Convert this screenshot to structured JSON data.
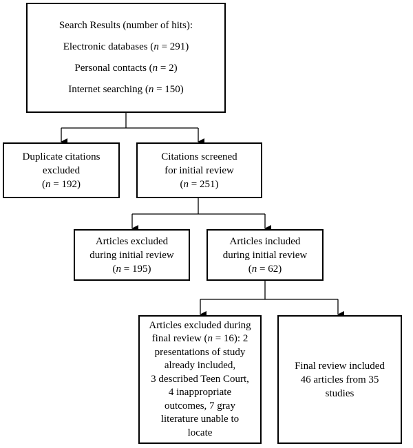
{
  "search": {
    "lines": [
      [
        "Search Results (number of hits):",
        "",
        ""
      ],
      [
        "Electronic databases (",
        "n",
        " = 291)"
      ],
      [
        "Personal contacts (",
        "n",
        " = 2)"
      ],
      [
        "Internet searching (",
        "n",
        " = 150)"
      ]
    ]
  },
  "duplicates": {
    "lines": [
      [
        "Duplicate citations",
        "",
        ""
      ],
      [
        "excluded",
        "",
        ""
      ],
      [
        "(",
        "n",
        " = 192)"
      ]
    ]
  },
  "screened": {
    "lines": [
      [
        "Citations screened",
        "",
        ""
      ],
      [
        "for initial review",
        "",
        ""
      ],
      [
        "(",
        "n",
        " = 251)"
      ]
    ]
  },
  "excluded_initial": {
    "lines": [
      [
        "Articles excluded",
        "",
        ""
      ],
      [
        "during initial review",
        "",
        ""
      ],
      [
        "(",
        "n",
        " = 195)"
      ]
    ]
  },
  "included_initial": {
    "lines": [
      [
        "Articles included",
        "",
        ""
      ],
      [
        "during initial review",
        "",
        ""
      ],
      [
        "(",
        "n",
        " = 62)"
      ]
    ]
  },
  "excluded_final": {
    "lines": [
      [
        "Articles excluded during",
        "",
        ""
      ],
      [
        "final review (",
        "n",
        " = 16): 2"
      ],
      [
        "presentations of study",
        "",
        ""
      ],
      [
        "already included,",
        "",
        ""
      ],
      [
        "3 described Teen Court,",
        "",
        ""
      ],
      [
        "4 inappropriate",
        "",
        ""
      ],
      [
        "outcomes, 7 gray",
        "",
        ""
      ],
      [
        "literature unable to",
        "",
        ""
      ],
      [
        "locate",
        "",
        ""
      ]
    ]
  },
  "final_included": {
    "lines": [
      [
        "Final review included",
        "",
        ""
      ],
      [
        "46 articles from 35",
        "",
        ""
      ],
      [
        "studies",
        "",
        ""
      ]
    ]
  }
}
